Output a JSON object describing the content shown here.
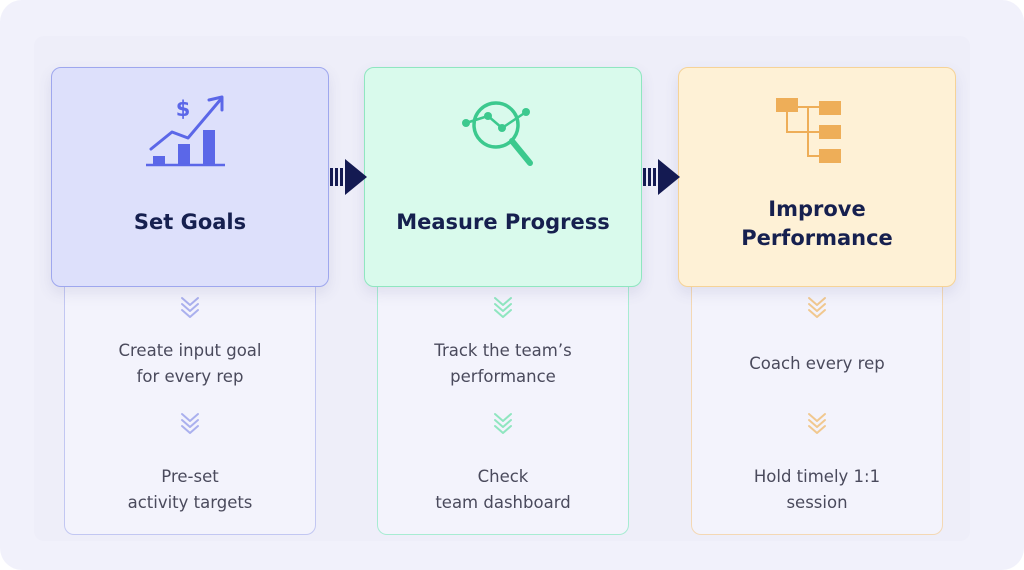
{
  "steps": [
    {
      "title": "Set Goals",
      "icon": "bar-chart-dollar-icon",
      "accent": "#5b67e8",
      "items": [
        "Create input goal\nfor every rep",
        "Pre-set\nactivity targets"
      ]
    },
    {
      "title": "Measure Progress",
      "icon": "magnifier-analytics-icon",
      "accent": "#3cc98e",
      "items": [
        "Track the team’s\nperformance",
        "Check\nteam dashboard"
      ]
    },
    {
      "title": "Improve\nPerformance",
      "icon": "hierarchy-tree-icon",
      "accent": "#eeae58",
      "items": [
        "Coach every rep",
        "Hold timely 1:1\nsession"
      ]
    }
  ],
  "connector_color": "#141a52"
}
